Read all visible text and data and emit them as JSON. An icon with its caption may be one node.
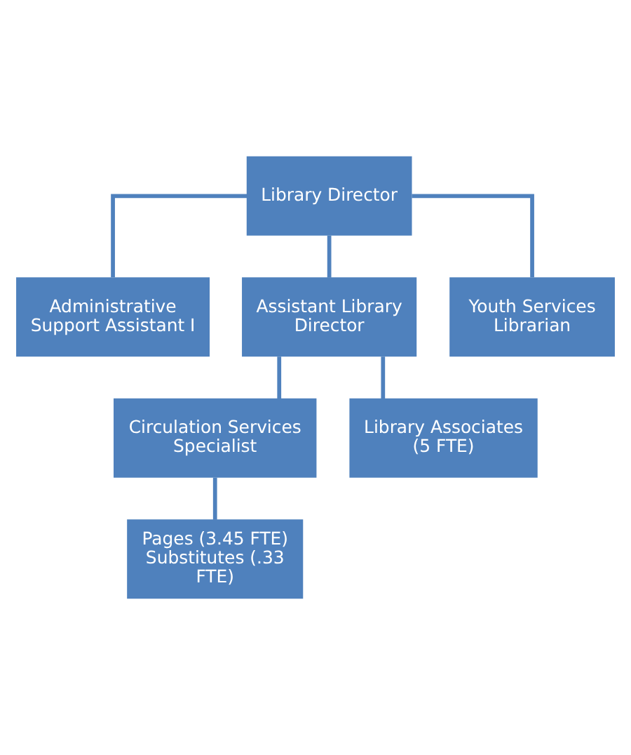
{
  "diagram": {
    "nodes": [
      {
        "text": [
          "Library Director"
        ]
      },
      {
        "text": [
          "Administrative Support Assistant I"
        ]
      },
      {
        "text": [
          "Assistant Library Director"
        ]
      },
      {
        "text": [
          "Youth Services Librarian"
        ]
      },
      {
        "text": [
          "Circulation Services Specialist"
        ]
      },
      {
        "text": [
          "Library Associates",
          "(5 FTE)"
        ]
      },
      {
        "text": [
          "Pages (3.45 FTE)",
          "Substitutes (.33 FTE)"
        ]
      }
    ],
    "edges": [
      {
        "from": 0,
        "to": 1,
        "arrow": "none"
      },
      {
        "from": 0,
        "to": 2,
        "arrow": "none"
      },
      {
        "from": 0,
        "to": 3,
        "arrow": "none"
      },
      {
        "from": 2,
        "to": 4,
        "arrow": "none"
      },
      {
        "from": 2,
        "to": 5,
        "arrow": "none"
      },
      {
        "from": 4,
        "to": 6,
        "arrow": "none"
      }
    ]
  }
}
